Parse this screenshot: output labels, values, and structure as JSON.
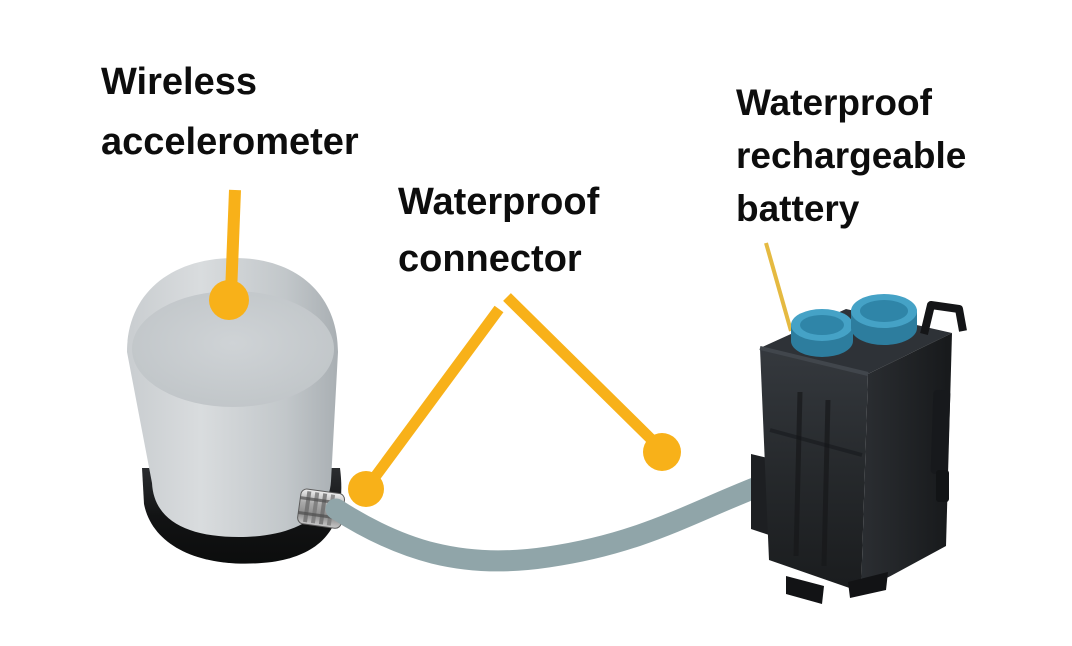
{
  "scene": {
    "background_color": "#ffffff",
    "annotation_color": "#F8B119",
    "annotation_thin_color": "#E5BA41",
    "cable_color": "#90A5A9",
    "battery_cap_color": "#3A92B4",
    "battery_cap_top_color": "#45A2C6",
    "battery_cap_side_color": "#2D7D9E"
  },
  "labels": {
    "accelerometer": {
      "line1": "Wireless",
      "line2": "accelerometer"
    },
    "connector": {
      "line1": "Waterproof",
      "line2": "connector"
    },
    "battery": {
      "line1": "Waterproof",
      "line2": "rechargeable",
      "line3": "battery"
    }
  }
}
